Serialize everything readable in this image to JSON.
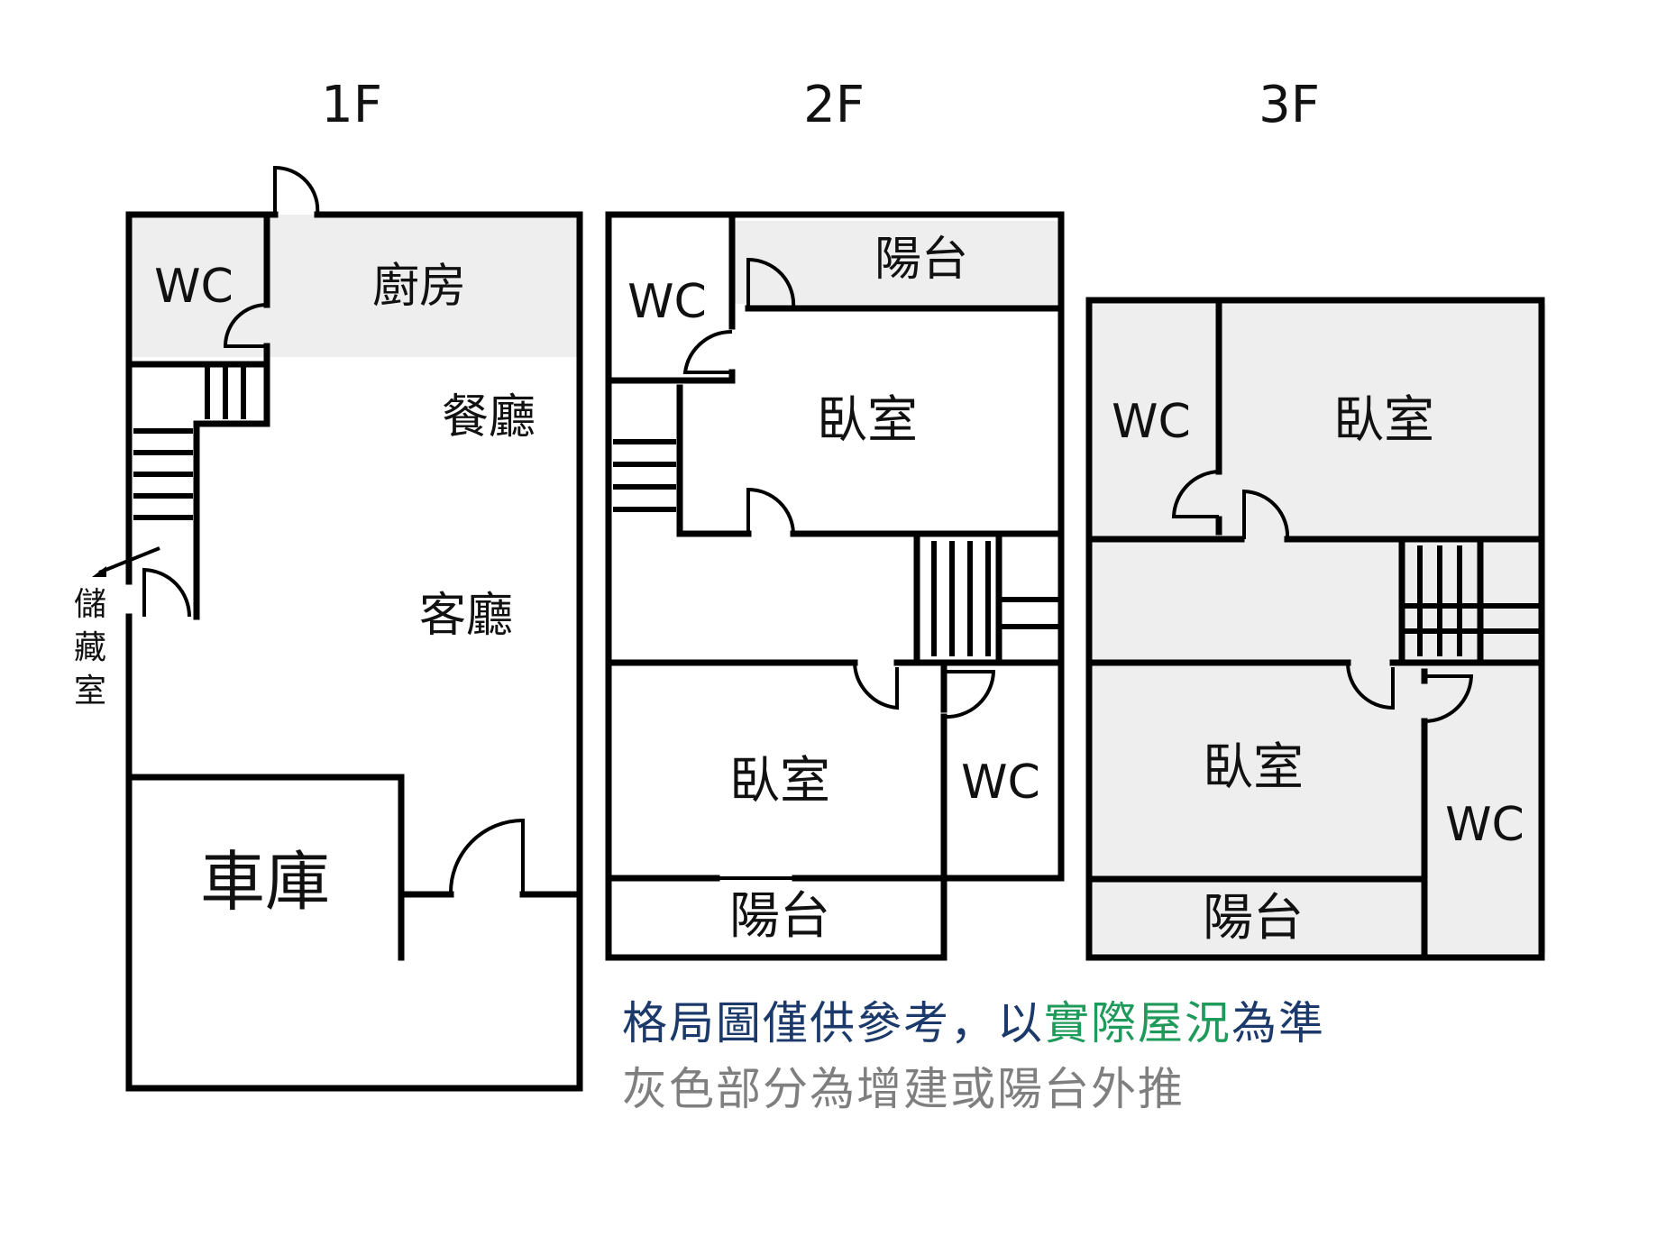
{
  "floors": {
    "f1": {
      "title": "1F",
      "rooms": {
        "wc": "WC",
        "kitchen": "廚房",
        "dining": "餐廳",
        "living": "客廳",
        "garage": "車庫",
        "storage": [
          "儲",
          "藏",
          "室"
        ]
      }
    },
    "f2": {
      "title": "2F",
      "rooms": {
        "wc_top": "WC",
        "balcony_top": "陽台",
        "bedroom_top": "臥室",
        "bedroom_bottom": "臥室",
        "wc_bottom": "WC",
        "balcony_bottom": "陽台"
      }
    },
    "f3": {
      "title": "3F",
      "rooms": {
        "wc_top": "WC",
        "bedroom_top": "臥室",
        "bedroom_bottom": "臥室",
        "wc_bottom": "WC",
        "balcony": "陽台"
      }
    }
  },
  "notes": {
    "line1": [
      {
        "text": "格局圖僅供參考，以",
        "tone": "blue"
      },
      {
        "text": "實際屋況",
        "tone": "green"
      },
      {
        "text": "為準",
        "tone": "blue"
      }
    ],
    "line2": "灰色部分為增建或陽台外推"
  },
  "colors": {
    "note_blue": "#1b3a6b",
    "note_green": "#1e9a5a",
    "note_grey": "#7f7f7f",
    "addition_fill": "#eeeeee"
  }
}
